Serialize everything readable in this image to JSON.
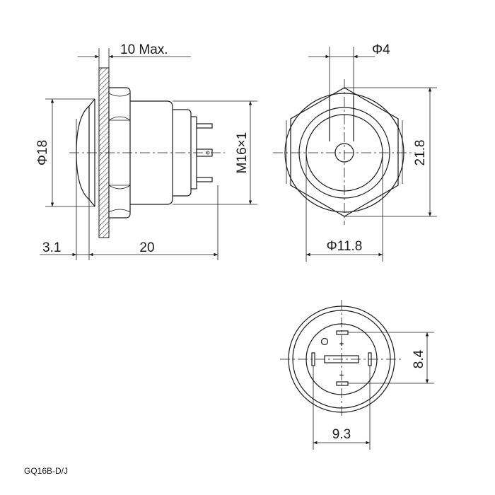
{
  "model": "GQ16B-D/J",
  "side_view": {
    "dim_top": "10 Max.",
    "dim_left": "Φ18",
    "dim_thread": "M16×1",
    "dim_bottom_left": "3.1",
    "dim_bottom_right": "20"
  },
  "front_view": {
    "dim_top": "Φ4",
    "dim_right": "21.8",
    "dim_bottom": "Φ11.8"
  },
  "rear_view": {
    "dim_right": "8.4",
    "dim_bottom": "9.3",
    "plus_symbol": "+",
    "minus_symbol": "−"
  }
}
